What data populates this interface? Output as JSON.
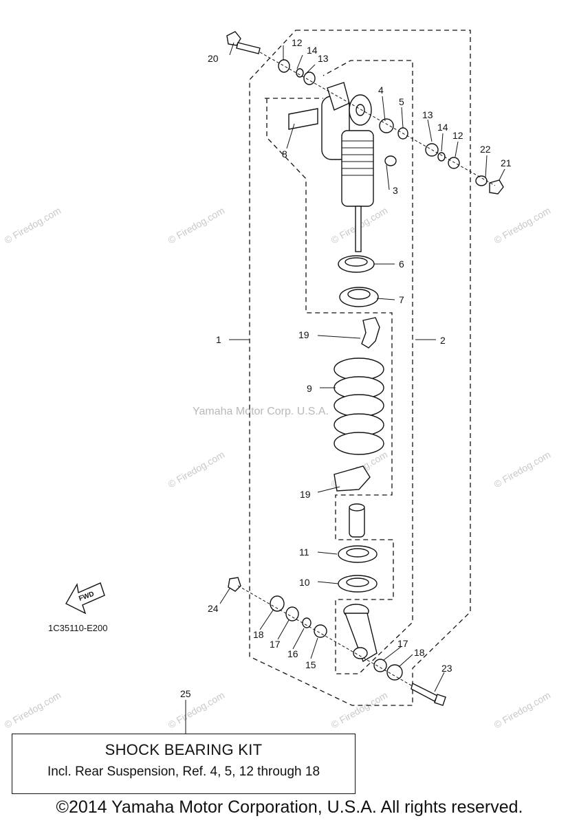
{
  "diagram": {
    "code": "1C35110-E200",
    "fwd_label": "FWD",
    "center_watermark": "Yamaha Motor Corp. U.S.A.",
    "watermark": "© Firedog.com",
    "callouts": [
      "1",
      "2",
      "3",
      "4",
      "5",
      "6",
      "7",
      "8",
      "9",
      "10",
      "11",
      "12",
      "13",
      "14",
      "15",
      "16",
      "17",
      "18",
      "19",
      "20",
      "21",
      "22",
      "23",
      "24",
      "25"
    ]
  },
  "kit": {
    "title": "SHOCK BEARING KIT",
    "description": "Incl. Rear Suspension, Ref.  4, 5, 12 through 18"
  },
  "footer": {
    "copyright": "©2014 Yamaha Motor Corporation, U.S.A. All rights reserved."
  },
  "colors": {
    "line": "#111111",
    "watermark": "#c8c8c8",
    "background": "#ffffff"
  }
}
